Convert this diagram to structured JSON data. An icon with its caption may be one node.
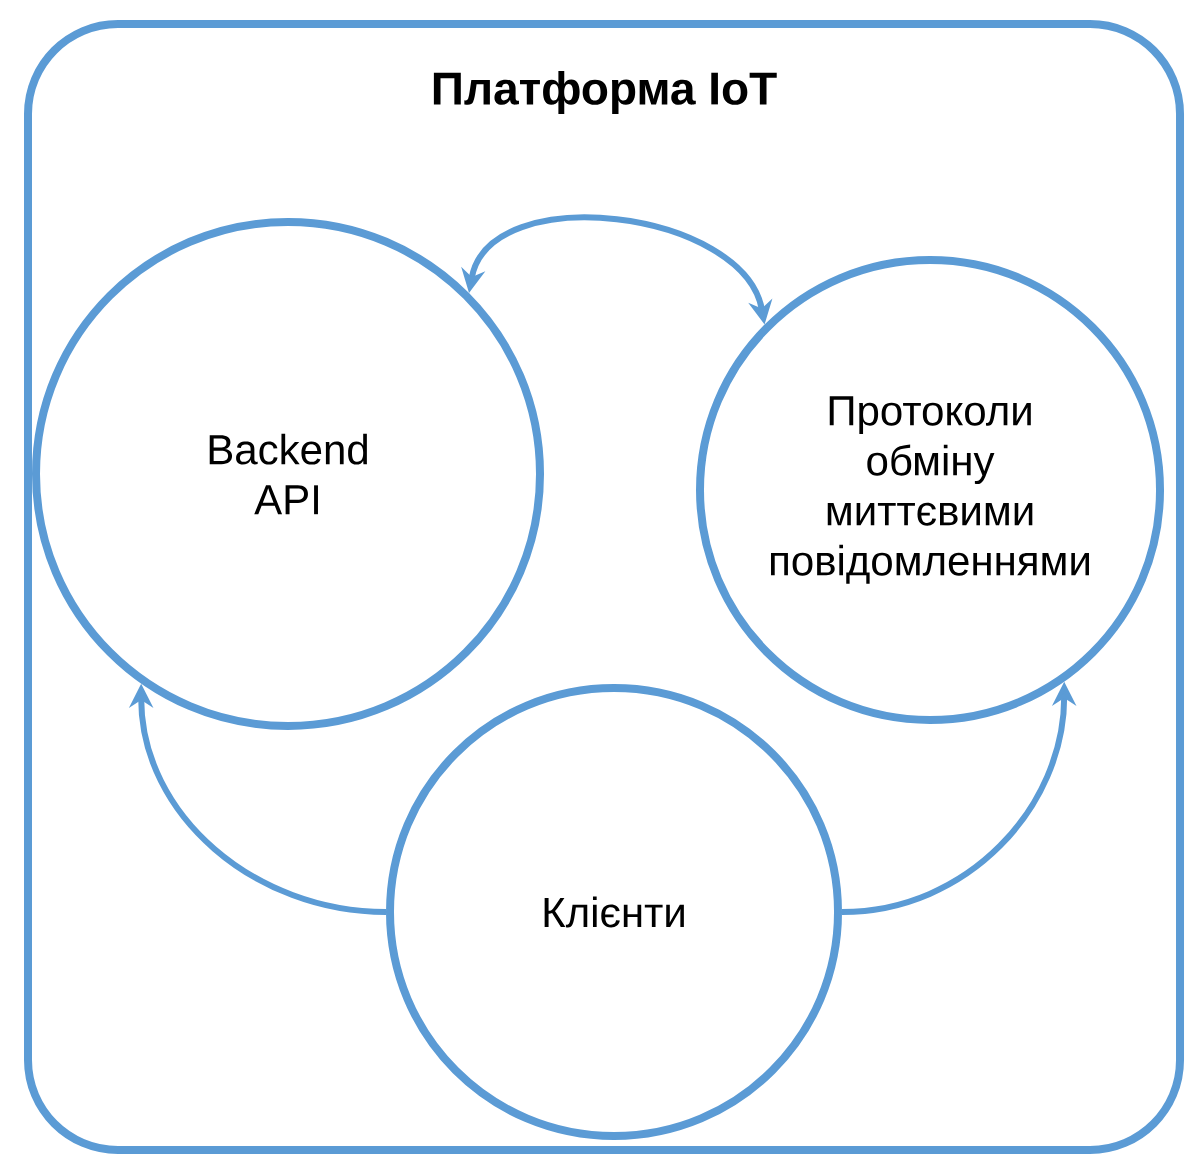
{
  "diagram": {
    "nodes": [
      {
        "text": [
          "Платформа IoT"
        ]
      },
      {
        "text": [
          "Backend API"
        ],
        "in": 0
      },
      {
        "text": [
          "Протоколи обміну миттєвими повідомленнями"
        ],
        "in": 0
      },
      {
        "text": [
          "Клієнти"
        ],
        "in": 0
      }
    ],
    "edges": [
      {
        "from": 1,
        "to": 2,
        "arrow": "both"
      },
      {
        "from": 3,
        "to": 1,
        "arrow": "to"
      },
      {
        "from": 3,
        "to": 2,
        "arrow": "to"
      }
    ]
  }
}
